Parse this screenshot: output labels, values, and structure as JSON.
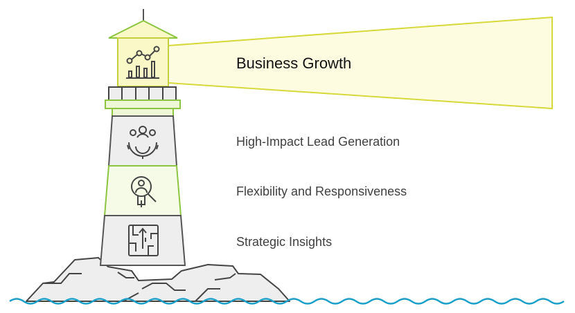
{
  "title": "Business Growth",
  "items": [
    {
      "label": "High-Impact Lead Generation",
      "icon": "team-gear-icon",
      "band_color": "#eeeeee"
    },
    {
      "label": "Flexibility and Responsiveness",
      "icon": "person-magnifier-icon",
      "band_color": "#f6fbe7"
    },
    {
      "label": "Strategic Insights",
      "icon": "maze-arrows-icon",
      "band_color": "#eeeeee"
    }
  ],
  "top_icon": "growth-chart-icon",
  "colors": {
    "beam_fill": "#fdfce0",
    "beam_stroke": "#d7d83a",
    "lantern_fill": "#fbf8c8",
    "lantern_stroke": "#c5cf3c",
    "green_fill": "#eef7d6",
    "green_stroke": "#8cc540",
    "gray_fill": "#eeeeee",
    "gray_stroke": "#555555",
    "water": "#1ba0c8"
  }
}
